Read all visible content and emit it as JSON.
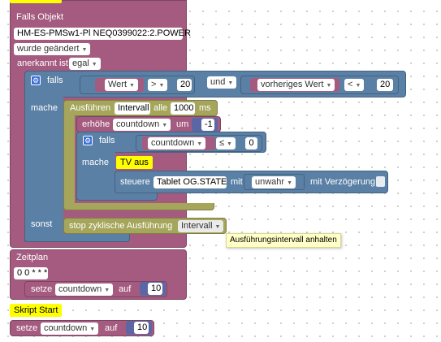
{
  "trigger": {
    "title": "Falls Objekt",
    "object_id": "HM-ES-PMSw1-Pl NEQ0399022:2.POWER",
    "event": "wurde geändert",
    "ack_label": "anerkannt ist",
    "ack_value": "egal"
  },
  "if1": {
    "falls": "falls",
    "left_value": "Wert",
    "op1": ">",
    "num1": "20",
    "and": "und",
    "prev_value": "vorheriges Wert",
    "op2": "<",
    "num2": "20",
    "mache": "mache",
    "sonst": "sonst"
  },
  "interval": {
    "prefix": "Ausführen",
    "name": "Intervall",
    "every": "alle",
    "ms_value": "1000",
    "ms": "ms"
  },
  "increment": {
    "label": "erhöhe",
    "var": "countdown",
    "um": "um",
    "value": "-1"
  },
  "if2": {
    "falls": "falls",
    "var": "countdown",
    "op": "≤",
    "num": "0",
    "mache": "mache"
  },
  "comment_tv": "TV aus",
  "control": {
    "label": "steuere",
    "target": "Tablet OG.STATE",
    "mit": "mit",
    "value": "unwahr",
    "delay_label": "mit Verzögerung"
  },
  "stop": {
    "label": "stop zyklische Ausführung",
    "var": "Intervall"
  },
  "tooltip": "Ausführungsintervall anhalten",
  "schedule": {
    "title": "Zeitplan",
    "cron": "0 0 * * *",
    "set_label": "setze",
    "var": "countdown",
    "auf": "auf",
    "value": "10"
  },
  "start": {
    "comment": "Skript Start",
    "set_label": "setze",
    "var": "countdown",
    "auf": "auf",
    "value": "10"
  },
  "colors": {
    "event_block": "#a55b80",
    "logic_block": "#5b80a5",
    "timer_block": "#a5a55b",
    "comment": "#ffff00"
  },
  "icons": {
    "gear": "gear-icon",
    "dropdown": "dropdown-arrow-icon"
  }
}
